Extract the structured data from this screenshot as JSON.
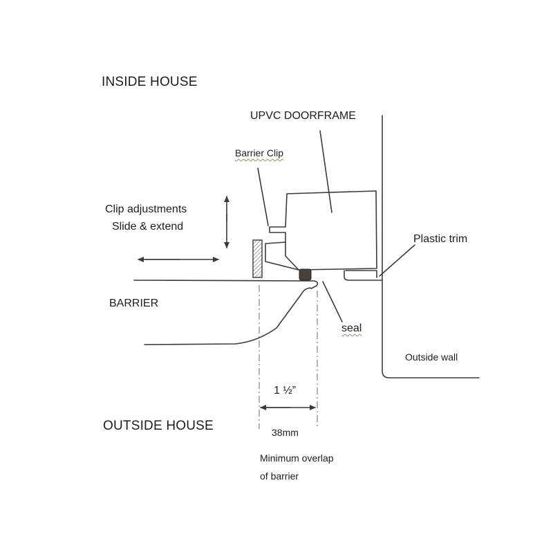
{
  "labels": {
    "inside_house": "INSIDE HOUSE",
    "upvc_doorframe": "UPVC DOORFRAME",
    "barrier_clip": "Barrier  Clip",
    "clip_adjustments": "Clip adjustments",
    "slide_extend": "Slide & extend",
    "plastic_trim": "Plastic trim",
    "barrier": "BARRIER",
    "seal": "seal",
    "outside_wall": "Outside wall",
    "dimension_inches": "1 ½”",
    "outside_house": "OUTSIDE HOUSE",
    "dimension_mm": "38mm",
    "minimum_overlap_line1": "Minimum overlap",
    "minimum_overlap_line2": "of barrier"
  },
  "colors": {
    "line": "#3a3a3a",
    "text": "#1c1c1c",
    "seal_fill": "#4a4039",
    "spellcheck_squiggle": "#7fa05a"
  }
}
